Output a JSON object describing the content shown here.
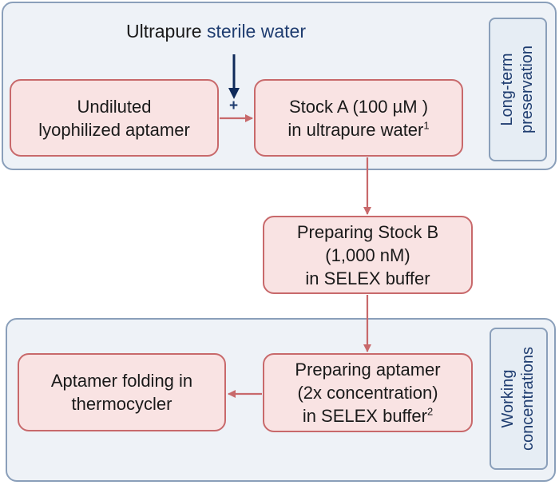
{
  "input_label": {
    "prefix": "Ultrapure",
    "accent": "sterile water"
  },
  "plus_sign": "+",
  "groups": {
    "top": {
      "label_line1": "Long-term",
      "label_line2": "preservation"
    },
    "bottom": {
      "label_line1": "Working",
      "label_line2": "concentrations"
    }
  },
  "nodes": {
    "undiluted": {
      "line1": "Undiluted",
      "line2": "lyophilized aptamer"
    },
    "stock_a": {
      "line1": "Stock A (100 µM )",
      "line2": "in ultrapure water",
      "sup": "1"
    },
    "stock_b": {
      "line1": "Preparing Stock B",
      "line2": "(1,000 nM)",
      "line3": "in SELEX buffer"
    },
    "prep_aptamer": {
      "line1": "Preparing aptamer",
      "line2": "(2x concentration)",
      "line3": "in SELEX buffer",
      "sup": "2"
    },
    "folding": {
      "line1": "Aptamer folding in",
      "line2": "thermocycler"
    }
  },
  "colors": {
    "node_fill": "#f9e3e3",
    "node_border": "#c8696b",
    "group_fill": "#eef2f7",
    "group_border": "#8a9fba",
    "accent_text": "#1f3d70",
    "arrow_red": "#c8696b",
    "arrow_navy": "#0f2a5a"
  }
}
